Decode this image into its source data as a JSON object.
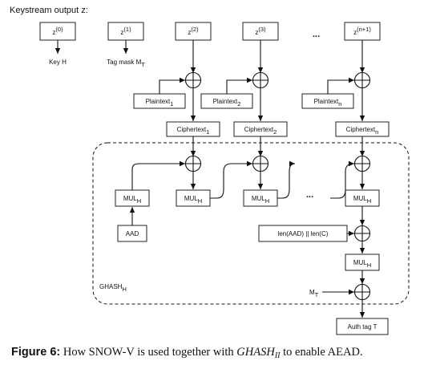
{
  "header": "Keystream output z:",
  "z_labels": [
    {
      "base": "z",
      "sup": "(0)"
    },
    {
      "base": "z",
      "sup": "(1)"
    },
    {
      "base": "z",
      "sup": "(2)"
    },
    {
      "base": "z",
      "sup": "(3)"
    },
    {
      "base": "z",
      "sup": "(n+1)"
    }
  ],
  "key_h": "Key H",
  "tag_mask": {
    "base": "Tag mask M",
    "sub": "T"
  },
  "ellipsis": "...",
  "plaintexts": [
    {
      "base": "Plaintext",
      "sub": "1"
    },
    {
      "base": "Plaintext",
      "sub": "2"
    },
    {
      "base": "Plaintext",
      "sub": "n"
    }
  ],
  "ciphertexts": [
    {
      "base": "Ciphertext",
      "sub": "1"
    },
    {
      "base": "Ciphertext",
      "sub": "2"
    },
    {
      "base": "Ciphertext",
      "sub": "n"
    }
  ],
  "mul": {
    "base": "MUL",
    "sub": "H"
  },
  "aad": "AAD",
  "len_label": "len(AAD) || len(C)",
  "mt": {
    "base": "M",
    "sub": "T"
  },
  "ghash": {
    "base": "GHASH",
    "sub": "H"
  },
  "auth_tag": "Auth tag T",
  "caption": {
    "figure": "Figure 6:",
    "pre": "How SNOW-V is used together with",
    "math": "GHASH",
    "math_sub": "II",
    "post": "to enable AEAD."
  }
}
